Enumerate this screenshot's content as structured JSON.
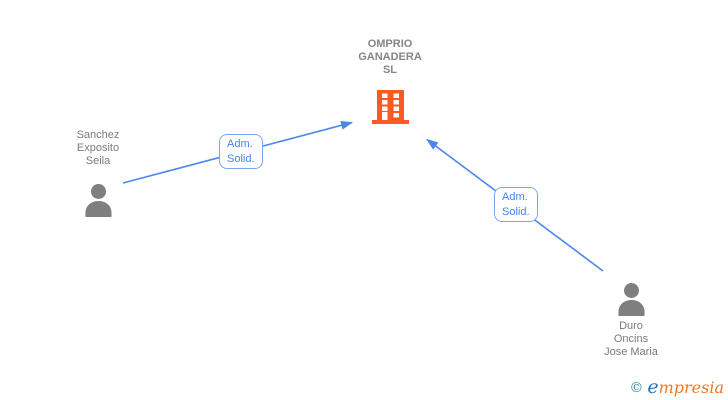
{
  "company": {
    "name": "OMPRIO GANADERA SL",
    "display": "OMPRIO\nGANADERA\nSL"
  },
  "persons": [
    {
      "name": "Sanchez Exposito Seila",
      "display": "Sanchez\nExposito\nSeila"
    },
    {
      "name": "Duro Oncins Jose Maria",
      "display": "Duro\nOncins\nJose Maria"
    }
  ],
  "edges": [
    {
      "from": "Sanchez Exposito Seila",
      "to": "OMPRIO GANADERA SL",
      "label": "Adm.\nSolid."
    },
    {
      "from": "Duro Oncins Jose Maria",
      "to": "OMPRIO GANADERA SL",
      "label": "Adm.\nSolid."
    }
  ],
  "watermark": {
    "copyright": "©",
    "brand_initial": "e",
    "brand_rest": "mpresia"
  },
  "colors": {
    "edge_blue": "#4b86e8",
    "edge_label_text": "#4285f4",
    "edge_label_border": "#7aa5f0",
    "node_text_gray": "#7a7a7a",
    "person_icon_gray": "#7f7f7f",
    "building_orange": "#fb5a22",
    "brand_teal": "#2f8ca3",
    "brand_blue": "#1e73be",
    "brand_orange": "#ef7a22",
    "background": "#ffffff"
  }
}
